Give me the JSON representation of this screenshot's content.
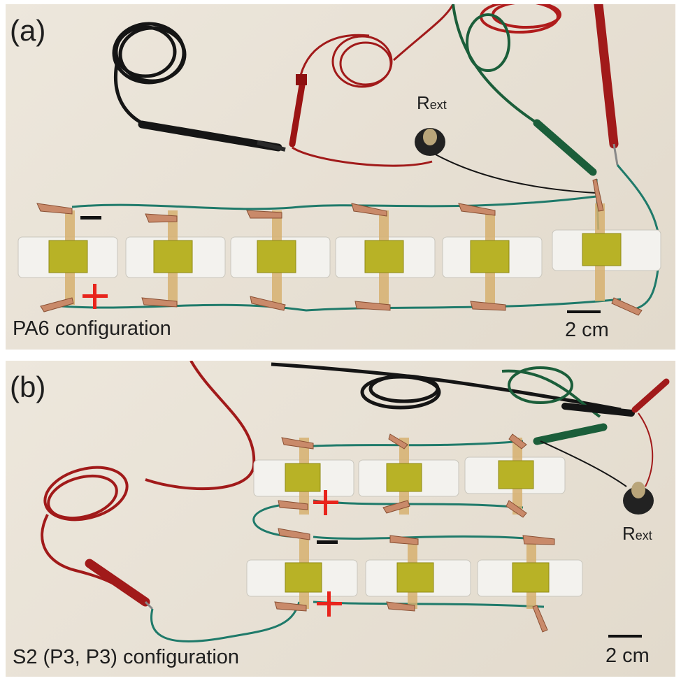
{
  "panels": [
    {
      "id": "a",
      "label": "(a)",
      "configuration": "PA6 configuration",
      "scale_bar": "2 cm",
      "resistor_label": {
        "main": "R",
        "sub": "ext"
      },
      "polarity": {
        "minus": "−",
        "plus": "+"
      }
    },
    {
      "id": "b",
      "label": "(b)",
      "configuration": "S2 (P3, P3) configuration",
      "scale_bar": "2 cm",
      "resistor_label": {
        "main": "R",
        "sub": "ext"
      },
      "polarity": {
        "minus": "−",
        "plus": "+"
      }
    }
  ],
  "colors": {
    "background": "#e8e1d5",
    "wire_green": "#1f7a6a",
    "cable_red": "#a11a1a",
    "cable_black": "#151515",
    "probe_green": "#1b5e3a",
    "clip_copper": "#c98a6a",
    "cell_glass": "#f3f2ee",
    "cell_active": "#b8b226",
    "tape": "#d6b070",
    "polarity_red": "#e8241c",
    "scale_bar": "#111111"
  }
}
